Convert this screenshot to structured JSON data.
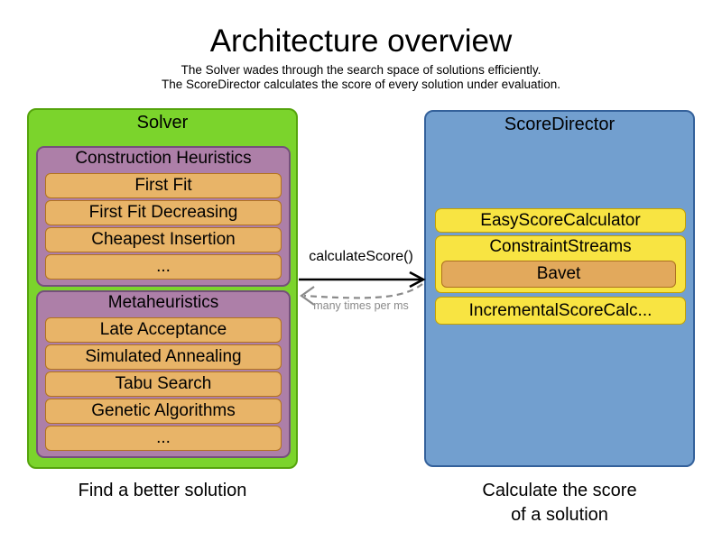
{
  "header": {
    "title": "Architecture overview",
    "subtitle1": "The Solver wades through the search space of solutions efficiently.",
    "subtitle2": "The ScoreDirector calculates the score of every solution under evaluation."
  },
  "solver": {
    "title": "Solver",
    "caption": "Find a better solution",
    "construction_heuristics": {
      "title": "Construction Heuristics",
      "items": [
        "First Fit",
        "First Fit Decreasing",
        "Cheapest Insertion",
        "..."
      ]
    },
    "metaheuristics": {
      "title": "Metaheuristics",
      "items": [
        "Late Acceptance",
        "Simulated Annealing",
        "Tabu Search",
        "Genetic Algorithms",
        "..."
      ]
    }
  },
  "score_director": {
    "title": "ScoreDirector",
    "easy_score_calculator": "EasyScoreCalculator",
    "constraint_streams": {
      "title": "ConstraintStreams",
      "implementation": "Bavet"
    },
    "incremental_score_calculator": "IncrementalScoreCalc...",
    "caption_line1": "Calculate the score",
    "caption_line2": "of a solution"
  },
  "connection": {
    "call_label": "calculateScore()",
    "frequency_label": "many times per ms"
  },
  "colors": {
    "solver_green_fill": "#7bd42c",
    "solver_green_border": "#55a40c",
    "heuristic_purple_fill": "#ad7fa8",
    "heuristic_purple_border": "#75507b",
    "algorithm_orange_fill": "#e8b468",
    "algorithm_orange_border": "#b3731d",
    "director_blue_fill": "#729fcf",
    "director_blue_border": "#34619b",
    "calculator_yellow_fill": "#f8e442",
    "calculator_yellow_border": "#c4a000",
    "bavet_orange_fill": "#e2a95c",
    "dashed_arrow_gray": "#8a8a8a",
    "solid_arrow_black": "#000000"
  }
}
